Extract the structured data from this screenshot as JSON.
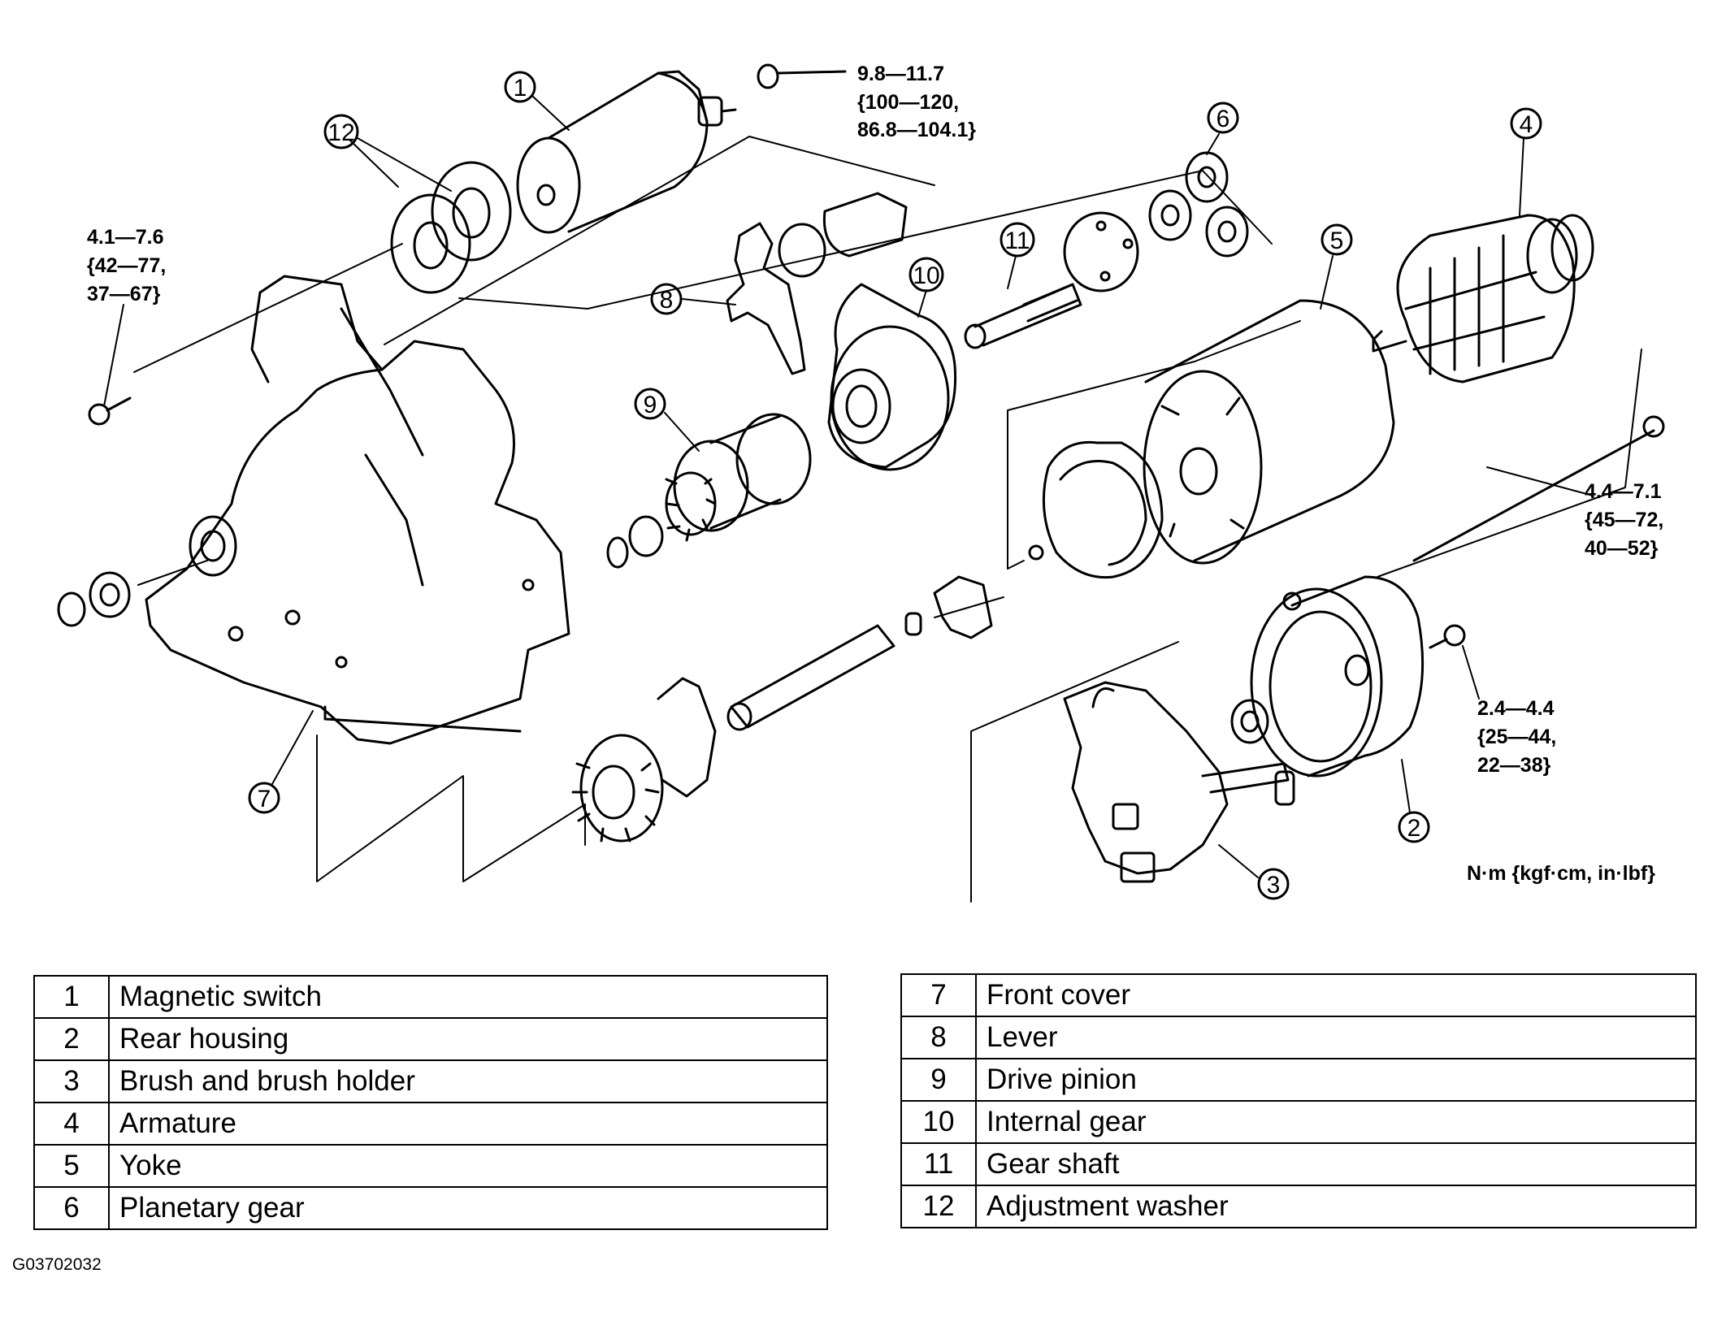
{
  "parts": [
    {
      "num": "1",
      "name": "Magnetic switch"
    },
    {
      "num": "2",
      "name": "Rear housing"
    },
    {
      "num": "3",
      "name": "Brush and brush holder"
    },
    {
      "num": "4",
      "name": "Armature"
    },
    {
      "num": "5",
      "name": "Yoke"
    },
    {
      "num": "6",
      "name": "Planetary gear"
    },
    {
      "num": "7",
      "name": "Front cover"
    },
    {
      "num": "8",
      "name": "Lever"
    },
    {
      "num": "9",
      "name": "Drive pinion"
    },
    {
      "num": "10",
      "name": "Internal gear"
    },
    {
      "num": "11",
      "name": "Gear shaft"
    },
    {
      "num": "12",
      "name": "Adjustment washer"
    }
  ],
  "torque_callouts": {
    "switch_nut": [
      "9.8—11.7",
      "{100—120,",
      "86.8—104.1}"
    ],
    "front_bolt": [
      "4.1—7.6",
      "{42—77,",
      "37—67}"
    ],
    "through_bolt": [
      "4.4—7.1",
      "{45—72,",
      "40—52}"
    ],
    "rear_screw": [
      "2.4—4.4",
      "{25—44,",
      "22—38}"
    ]
  },
  "units_label": "N·m {kgf·cm, in·lbf}",
  "figure_code": "G03702032"
}
